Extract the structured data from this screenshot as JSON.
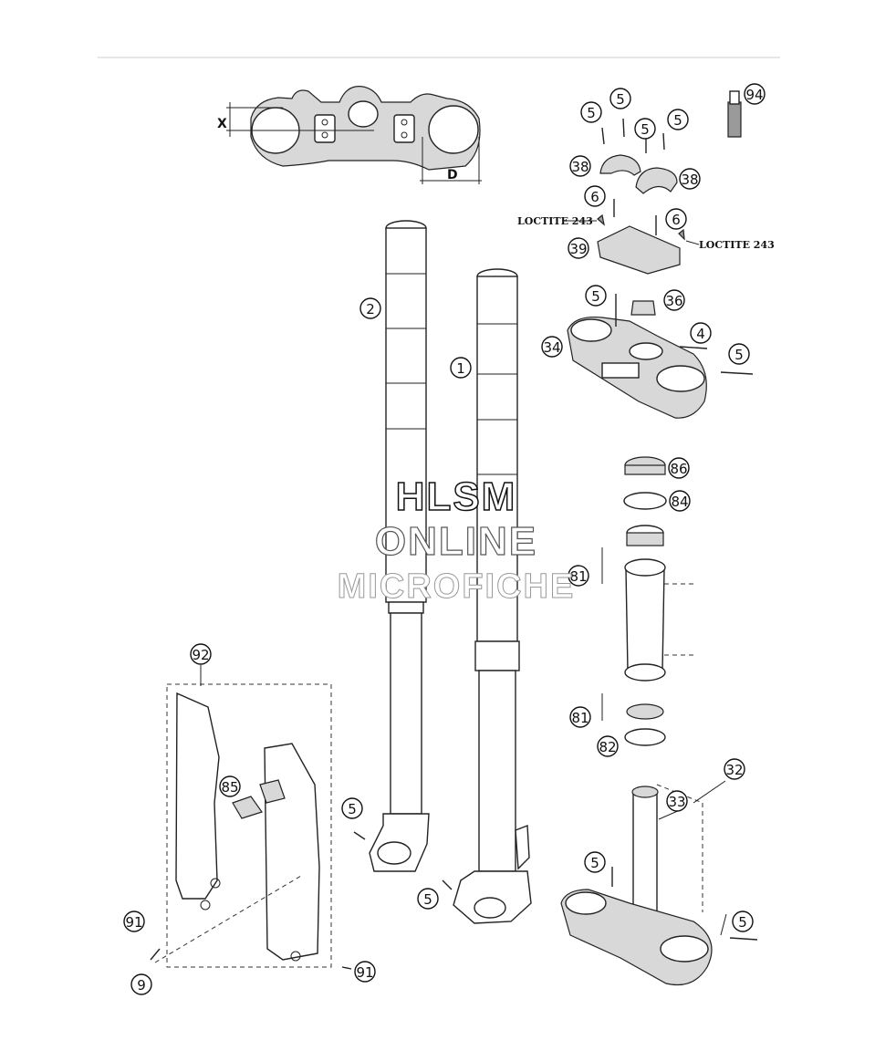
{
  "callouts": [
    {
      "n": "94"
    },
    {
      "n": "5"
    },
    {
      "n": "5"
    },
    {
      "n": "5"
    },
    {
      "n": "5"
    },
    {
      "n": "38"
    },
    {
      "n": "38"
    },
    {
      "n": "6"
    },
    {
      "n": "6"
    },
    {
      "n": "39"
    },
    {
      "n": "5"
    },
    {
      "n": "36"
    },
    {
      "n": "4"
    },
    {
      "n": "34"
    },
    {
      "n": "5"
    },
    {
      "n": "2"
    },
    {
      "n": "1"
    },
    {
      "n": "86"
    },
    {
      "n": "84"
    },
    {
      "n": "81"
    },
    {
      "n": "81"
    },
    {
      "n": "82"
    },
    {
      "n": "92"
    },
    {
      "n": "85"
    },
    {
      "n": "5"
    },
    {
      "n": "5"
    },
    {
      "n": "32"
    },
    {
      "n": "33"
    },
    {
      "n": "5"
    },
    {
      "n": "5"
    },
    {
      "n": "91"
    },
    {
      "n": "9"
    },
    {
      "n": "91"
    }
  ],
  "labels": {
    "loctite_left": "LOCTITE 243",
    "loctite_right": "LOCTITE 243",
    "dim_x": "X",
    "dim_d": "D"
  },
  "watermark": {
    "line1": "HLSM",
    "line2": "ONLINE",
    "line3": "MICROFICHE"
  }
}
